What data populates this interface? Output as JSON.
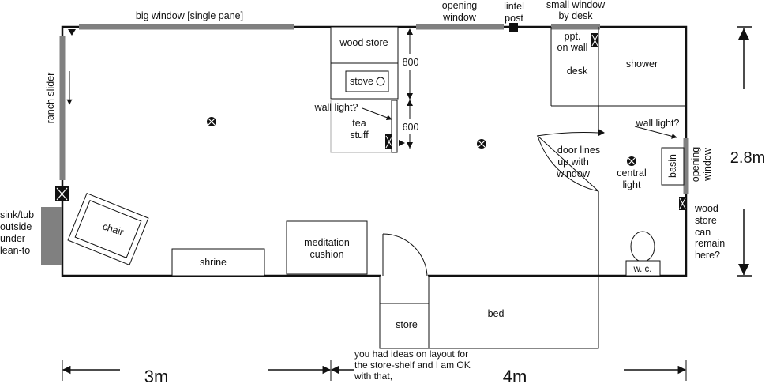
{
  "labels": {
    "big_window": "big window [single pane]",
    "opening_window_top_1": "opening",
    "opening_window_top_2": "window",
    "lintel_1": "lintel",
    "lintel_2": "post",
    "small_window_1": "small window",
    "small_window_2": "by desk",
    "ranch_slider": "ranch slider",
    "wood_store": "wood store",
    "stove": "stove",
    "dim_800": "800",
    "dim_600": "600",
    "wall_light_left": "wall light?",
    "tea_1": "tea",
    "tea_2": "stuff",
    "ppt_1": "ppt.",
    "ppt_2": "on wall",
    "desk": "desk",
    "shower": "shower",
    "wall_light_right": "wall light?",
    "door_lines_1": "door lines",
    "door_lines_2": "up with",
    "door_lines_3": "window",
    "central_1": "central",
    "central_2": "light",
    "basin": "basin",
    "opening_window_right_1": "opening",
    "opening_window_right_2": "window",
    "height_dim": "2.8m",
    "wood_store_remain_1": "wood",
    "wood_store_remain_2": "store",
    "wood_store_remain_3": "can",
    "wood_store_remain_4": "remain",
    "wood_store_remain_5": "here?",
    "sink_1": "sink/tub",
    "sink_2": "outside",
    "sink_3": "under",
    "sink_4": "lean-to",
    "chair": "chair",
    "shrine": "shrine",
    "meditation_1": "meditation",
    "meditation_2": "cushion",
    "store": "store",
    "bed": "bed",
    "wc": "w. c.",
    "note_1": "you had ideas on layout for",
    "note_2": "the store-shelf and I am OK",
    "note_3": "with that,",
    "width_3m": "3m",
    "width_4m": "4m"
  }
}
